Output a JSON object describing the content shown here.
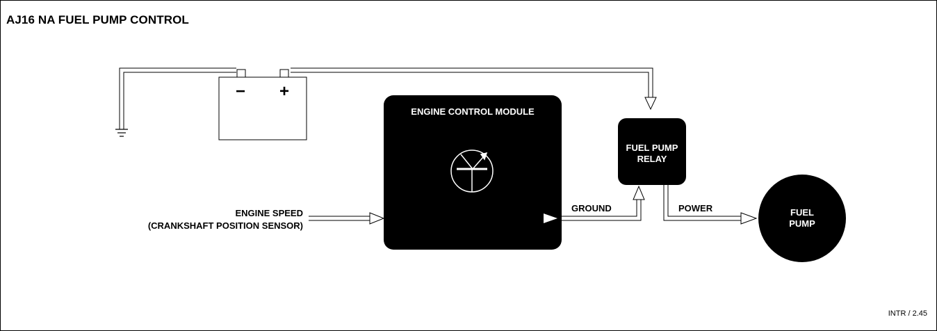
{
  "title": "AJ16 NA FUEL PUMP CONTROL",
  "reference": "INTR / 2.45",
  "battery": {
    "negative_symbol": "−",
    "positive_symbol": "+"
  },
  "ecm": {
    "label": "ENGINE CONTROL MODULE"
  },
  "relay": {
    "line1": "FUEL PUMP",
    "line2": "RELAY"
  },
  "pump": {
    "line1": "FUEL",
    "line2": "PUMP"
  },
  "inputs": {
    "engine_speed_line1": "ENGINE SPEED",
    "engine_speed_line2": "(CRANKSHAFT POSITION SENSOR)"
  },
  "signals": {
    "ground": "GROUND",
    "power": "POWER"
  },
  "colors": {
    "ink": "#000000",
    "paper": "#ffffff"
  }
}
